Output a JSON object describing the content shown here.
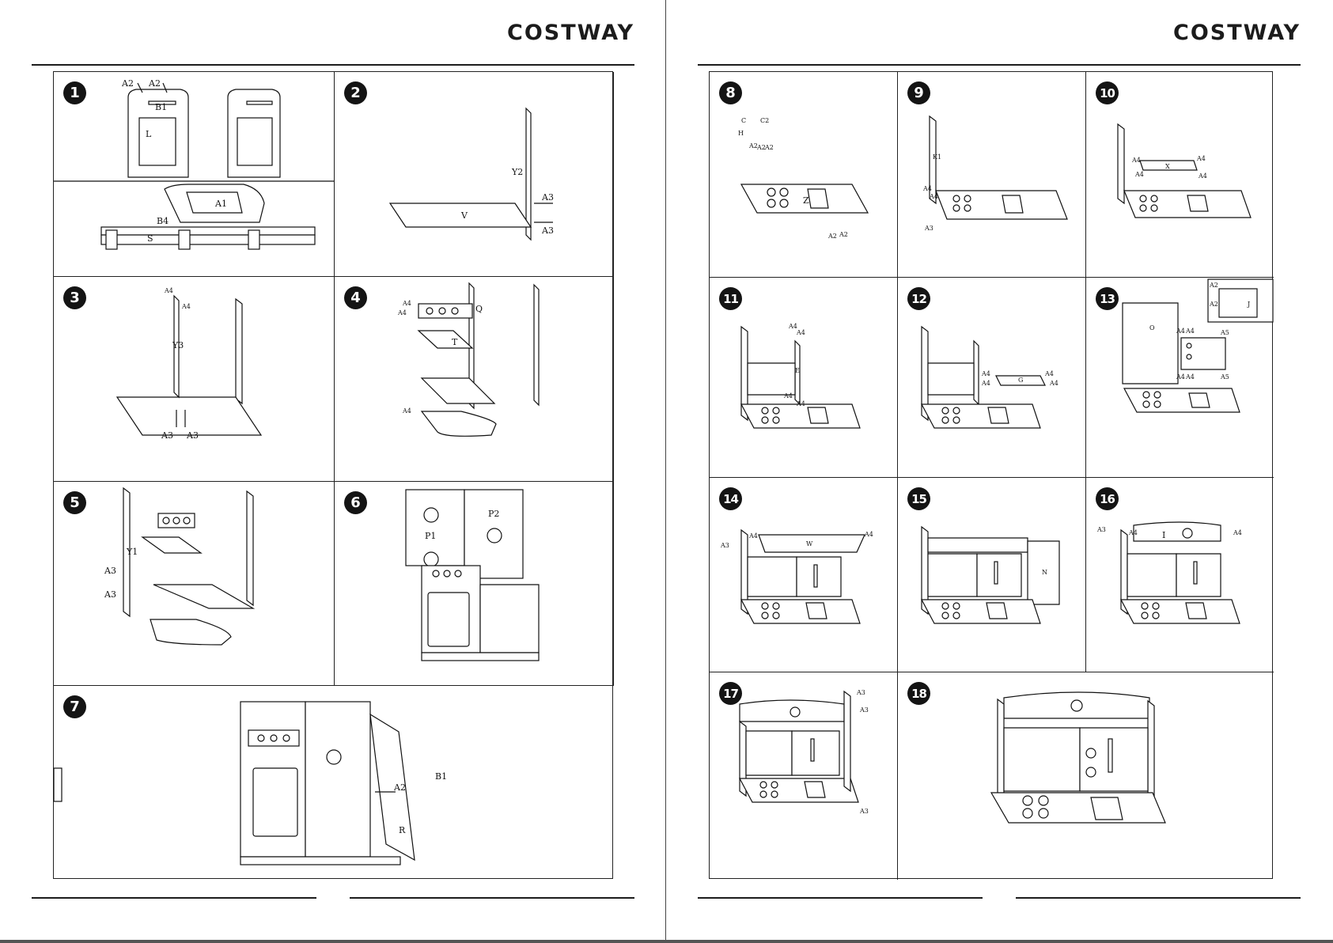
{
  "brand": "COSTWAY",
  "left_steps": [
    {
      "number": "1",
      "labels": [
        "A2",
        "A2",
        "B1",
        "L",
        "A1",
        "B4",
        "S"
      ]
    },
    {
      "number": "2",
      "labels": [
        "Y2",
        "V",
        "A3",
        "A3"
      ]
    },
    {
      "number": "3",
      "labels": [
        "A4",
        "A4",
        "Y3",
        "A3",
        "A3"
      ]
    },
    {
      "number": "4",
      "labels": [
        "A4",
        "A4",
        "Q",
        "T",
        "A4"
      ]
    },
    {
      "number": "5",
      "labels": [
        "Y1",
        "A3",
        "A3"
      ]
    },
    {
      "number": "6",
      "labels": [
        "P1",
        "P2"
      ]
    },
    {
      "number": "7",
      "labels": [
        "B1",
        "A2",
        "R"
      ]
    }
  ],
  "right_steps": [
    {
      "number": "8",
      "labels": [
        "C",
        "C2",
        "H",
        "A2",
        "A2",
        "A2",
        "Z",
        "A2",
        "A2"
      ]
    },
    {
      "number": "9",
      "labels": [
        "K1",
        "A4",
        "A4",
        "A3"
      ]
    },
    {
      "number": "10",
      "labels": [
        "A4",
        "A4",
        "X",
        "A4",
        "A4"
      ]
    },
    {
      "number": "11",
      "labels": [
        "A4",
        "A4",
        "E",
        "A4",
        "A4"
      ]
    },
    {
      "number": "12",
      "labels": [
        "A4",
        "A4",
        "G",
        "A4",
        "A4"
      ]
    },
    {
      "number": "13",
      "labels": [
        "A2",
        "A2",
        "J",
        "O",
        "A4",
        "A4",
        "A5",
        "A4",
        "A4",
        "A5"
      ]
    },
    {
      "number": "14",
      "labels": [
        "A3",
        "A4",
        "W",
        "A4"
      ]
    },
    {
      "number": "15",
      "labels": [
        "N"
      ]
    },
    {
      "number": "16",
      "labels": [
        "A3",
        "A4",
        "I",
        "A4"
      ]
    },
    {
      "number": "17",
      "labels": [
        "A3",
        "A3",
        "A3"
      ]
    },
    {
      "number": "18",
      "labels": []
    }
  ]
}
